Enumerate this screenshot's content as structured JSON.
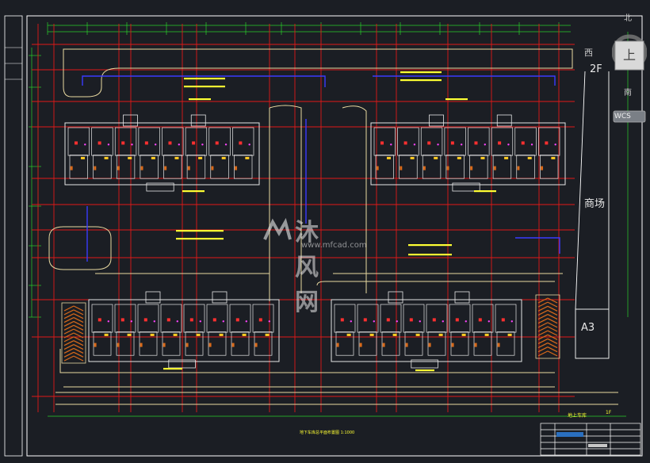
{
  "compass": {
    "north": "北",
    "west": "西",
    "south": "南",
    "top": "上",
    "wcs": "WCS"
  },
  "labels": {
    "parking_2f": "2F",
    "market": "商场",
    "building_a3": "A3",
    "ground_parking": "地上车库",
    "ground_parking_floor": "1F",
    "drawing_title": "地下车库总平面布置图 1:1000"
  },
  "watermark": {
    "brand": "沐风网",
    "url": "www.mfcad.com"
  },
  "colors": {
    "background": "#1b1e24",
    "frame": "#ffffff",
    "grid": "#e01818",
    "roads": "#e8d9a0",
    "utility": "#3a3aff",
    "dimension": "#2ad12a",
    "annotation": "#ffff33",
    "building": "#e6e6e6"
  },
  "icons": [
    "compass-icon",
    "view-cube-icon",
    "watermark-logo-icon"
  ]
}
